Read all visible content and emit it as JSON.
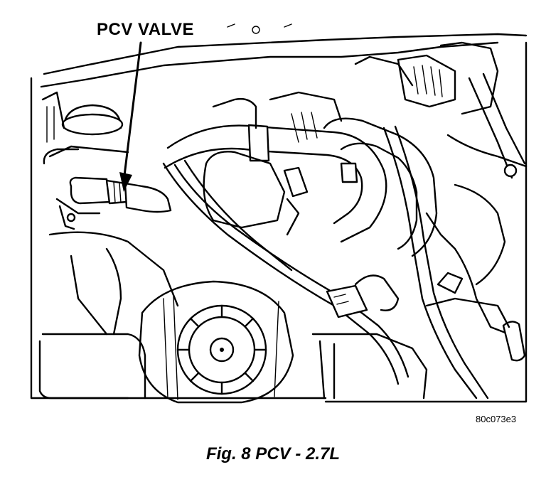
{
  "figure": {
    "callout_label": "PCV VALVE",
    "image_code": "80c073e3",
    "caption": "Fig. 8 PCV - 2.7L"
  },
  "icons": {
    "callout_arrow": "arrow-down-icon"
  },
  "colors": {
    "line": "#000000",
    "background": "#ffffff"
  }
}
